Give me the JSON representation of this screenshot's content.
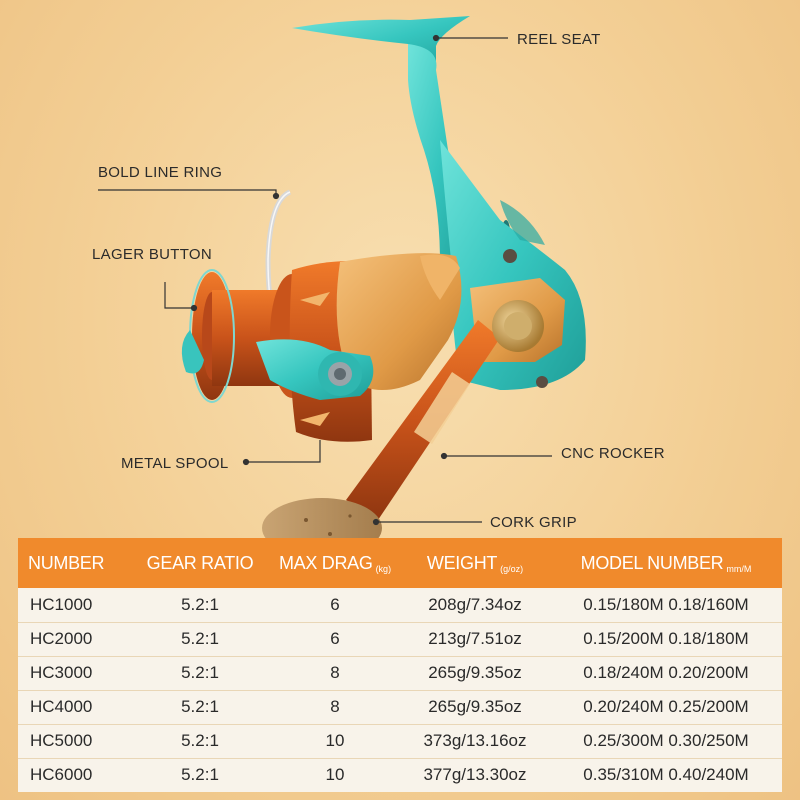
{
  "callouts": {
    "reel_seat": "REEL SEAT",
    "bold_line_ring": "BOLD LINE RING",
    "lager_button": "LAGER BUTTON",
    "metal_spool": "METAL SPOOL",
    "cnc_rocker": "CNC ROCKER",
    "cork_grip": "CORK GRIP"
  },
  "colors": {
    "background": "#f3cf95",
    "teal": "#3cc9c2",
    "orange": "#d9641c",
    "gold": "#e4a04e",
    "header": "#f08a2c"
  },
  "table": {
    "headers": {
      "number": "NUMBER",
      "gear_ratio": "GEAR RATIO",
      "max_drag": "MAX DRAG",
      "max_drag_unit": "(kg)",
      "weight": "WEIGHT",
      "weight_unit": "(g/oz)",
      "model_number": "MODEL NUMBER",
      "model_number_unit": "mm/M"
    },
    "rows": [
      {
        "number": "HC1000",
        "gear_ratio": "5.2:1",
        "max_drag": "6",
        "weight": "208g/7.34oz",
        "model_number": "0.15/180M 0.18/160M"
      },
      {
        "number": "HC2000",
        "gear_ratio": "5.2:1",
        "max_drag": "6",
        "weight": "213g/7.51oz",
        "model_number": "0.15/200M 0.18/180M"
      },
      {
        "number": "HC3000",
        "gear_ratio": "5.2:1",
        "max_drag": "8",
        "weight": "265g/9.35oz",
        "model_number": "0.18/240M 0.20/200M"
      },
      {
        "number": "HC4000",
        "gear_ratio": "5.2:1",
        "max_drag": "8",
        "weight": "265g/9.35oz",
        "model_number": "0.20/240M 0.25/200M"
      },
      {
        "number": "HC5000",
        "gear_ratio": "5.2:1",
        "max_drag": "10",
        "weight": "373g/13.16oz",
        "model_number": "0.25/300M 0.30/250M"
      },
      {
        "number": "HC6000",
        "gear_ratio": "5.2:1",
        "max_drag": "10",
        "weight": "377g/13.30oz",
        "model_number": "0.35/310M 0.40/240M"
      }
    ]
  }
}
